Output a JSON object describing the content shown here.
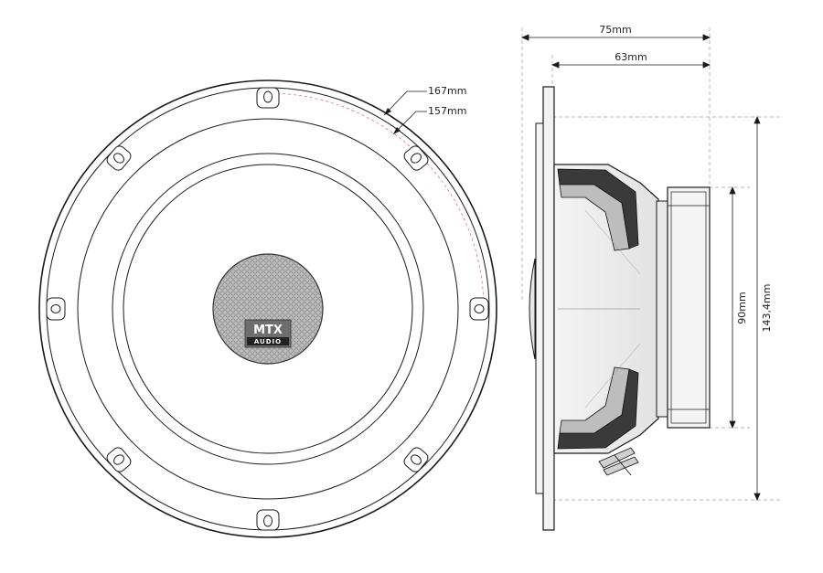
{
  "dimensions": {
    "outer_diameter": "167mm",
    "mount_diameter": "157mm",
    "total_depth": "75mm",
    "mount_depth": "63mm",
    "magnet_diameter": "90mm",
    "cutout_diameter": "143,4mm"
  },
  "logo": {
    "brand": "MTX",
    "sub": "AUDIO"
  },
  "colors": {
    "line": "#1a1a1a",
    "dashed": "#9a9a9a",
    "red_dashed": "#e06060"
  }
}
